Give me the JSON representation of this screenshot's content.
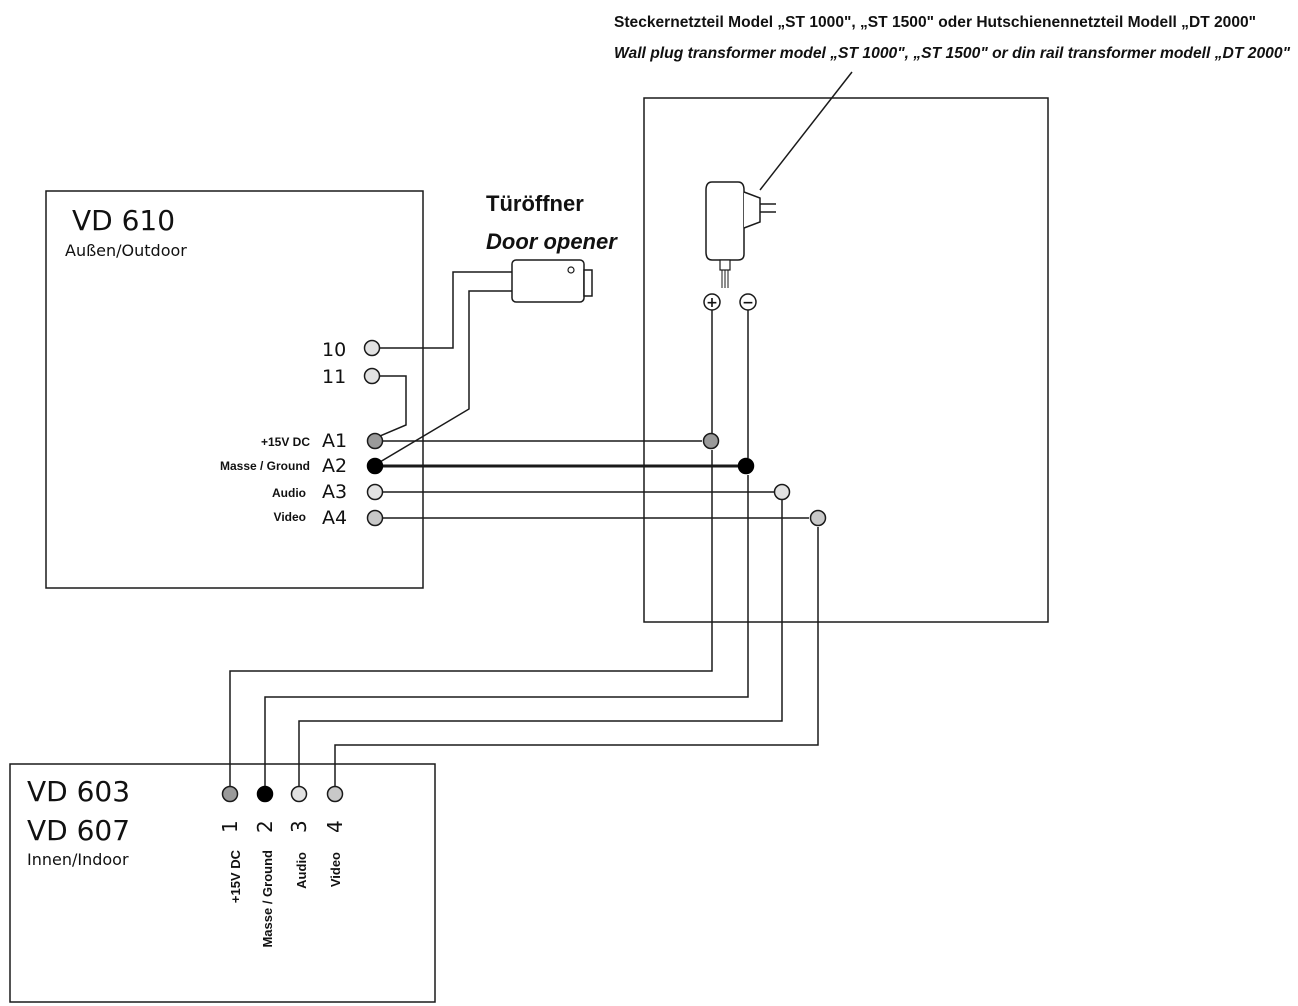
{
  "power_supply": {
    "caption_de": "Steckernetzteil Model „ST 1000\", „ST 1500\" oder Hutschienennetzteil Modell „DT 2000\"",
    "caption_en": "Wall plug transformer model „ST 1000\", „ST 1500\" or din rail transformer modell „DT 2000\"",
    "plus_symbol": "+",
    "minus_symbol": "−"
  },
  "outdoor_unit": {
    "model": "VD 610",
    "location": "Außen/Outdoor",
    "terminals": [
      {
        "id": "10",
        "desc": ""
      },
      {
        "id": "11",
        "desc": ""
      },
      {
        "id": "A1",
        "desc": "+15V DC"
      },
      {
        "id": "A2",
        "desc": "Masse / Ground"
      },
      {
        "id": "A3",
        "desc": "Audio"
      },
      {
        "id": "A4",
        "desc": "Video"
      }
    ]
  },
  "door_opener": {
    "label_de": "Türöffner",
    "label_en": "Door opener"
  },
  "indoor_unit": {
    "model_1": "VD 603",
    "model_2": "VD 607",
    "location": "Innen/Indoor",
    "terminals": [
      {
        "id": "1",
        "desc": "+15V DC"
      },
      {
        "id": "2",
        "desc": "Masse / Ground"
      },
      {
        "id": "3",
        "desc": "Audio"
      },
      {
        "id": "4",
        "desc": "Video"
      }
    ]
  },
  "colors": {
    "line": "#1a1a1a",
    "gray_terminal": "#9a9a9a",
    "light_terminal": "#e2e2e2",
    "ground_terminal": "#000000"
  }
}
